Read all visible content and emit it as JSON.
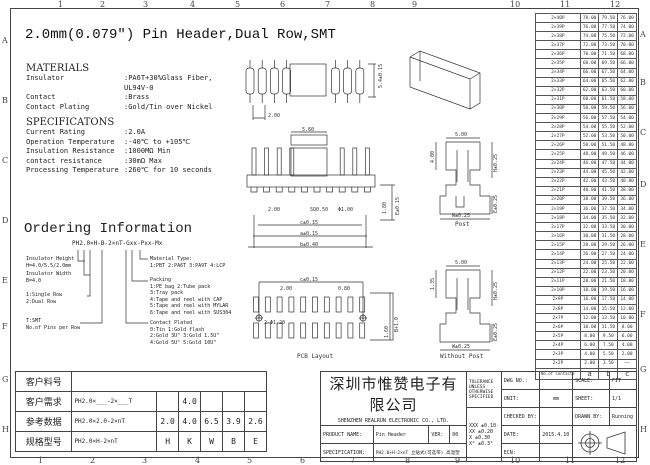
{
  "title": "2.0mm(0.079″) Pin Header,Dual Row,SMT",
  "rulers": {
    "columns": [
      "1",
      "2",
      "3",
      "4",
      "5",
      "6",
      "7",
      "8",
      "9",
      "10",
      "11",
      "12"
    ],
    "rows": [
      "A",
      "B",
      "C",
      "D",
      "E",
      "F",
      "G",
      "H"
    ]
  },
  "materials": {
    "heading": "MATERIALS",
    "rows": [
      {
        "label": "Insulator",
        "value": ":PA6T+30%Glass Fiber,"
      },
      {
        "label": "",
        "value": " UL94V-0"
      },
      {
        "label": "Contact",
        "value": ":Brass"
      },
      {
        "label": "Contact Plating",
        "value": ":Gold/Tin over Nickel"
      }
    ]
  },
  "specifications": {
    "heading": "SPECIFICATONS",
    "rows": [
      {
        "label": "Current Rating",
        "value": ":2.0A"
      },
      {
        "label": "Operation Temperature",
        "value": ":-40℃ to +105℃"
      },
      {
        "label": "Insulation Resistance",
        "value": ":1000MΩ Min"
      },
      {
        "label": "contact resistance",
        "value": ":30mΩ Max"
      },
      {
        "label": "Processing Temperature",
        "value": ":260℃ for 10 seconds"
      }
    ]
  },
  "ordering": {
    "heading": "Ordering Information",
    "code": "PH2.0×H-B-2×nT-Gxx-Pxx-Mx",
    "insulator_height": [
      "Insulator Height",
      "H=4.0/5.5/2.0mm"
    ],
    "insulator_width": [
      "Insulator Width",
      "B=4.0"
    ],
    "rows": [
      "1:Single Row",
      "2:Dual Row"
    ],
    "pins": [
      "T:SMT",
      "No.of Pins per Row"
    ],
    "material": [
      "Material Type:",
      "1:PBT 2:PA6T 3:PA9T 4:LCP"
    ],
    "packing": [
      "Packing",
      "1:PE bag    2:Tube pack",
      "3:Tray pack",
      "4:Tape and reel with CAP",
      "5:Tape and reel with MYLAR",
      "6:Tape and reel with SUS304"
    ],
    "plating": [
      "Contact Plated",
      "0:Tin          1:Gold flash",
      "2:Gold 3U\"     3:Gold 1.5U\"",
      "4:Gold 5U\"     5:Gold 10U\""
    ]
  },
  "drawing_labels": {
    "top_pitch": "2.00",
    "top_height": "5.4±0.15",
    "front_width": "5.60",
    "front_pitch": "2.00",
    "front_sq": "SQ0.50",
    "front_post": "Φ1.00",
    "dim_c": "c±0.15",
    "dim_a": "a±0.15",
    "dim_b": "b±0.40",
    "front_e": "E±0.15",
    "front_h": "1.80",
    "pcb_c": "c±0.15",
    "pcb_pitch": "2.00",
    "pcb_pad": "0.80",
    "pcb_hole": "2-Φ1.20",
    "pcb_row": "B+1.0",
    "pcb_gap": "1.60",
    "pcb_caption": "PCB Layout",
    "post_width": "5.00",
    "post_left": "4.00",
    "post_h": "H±0.25",
    "post_e": "E±0.25",
    "post_w": "W±0.25",
    "post_caption": "Post",
    "np_width": "5.00",
    "np_left": "1.35",
    "np_h": "H±0.25",
    "np_e": "E±0.25",
    "np_w": "W±0.25",
    "np_caption": "Without Post"
  },
  "dimension_table": {
    "headers": [
      "No.of Contacts",
      "a",
      "b",
      "c"
    ],
    "rows": [
      [
        "2×40P",
        "78.00",
        "79.50",
        "76.00"
      ],
      [
        "2×39P",
        "76.00",
        "77.50",
        "74.00"
      ],
      [
        "2×38P",
        "74.00",
        "75.50",
        "72.00"
      ],
      [
        "2×37P",
        "72.00",
        "73.50",
        "70.00"
      ],
      [
        "2×36P",
        "70.00",
        "71.50",
        "68.00"
      ],
      [
        "2×35P",
        "68.00",
        "69.50",
        "66.00"
      ],
      [
        "2×34P",
        "66.00",
        "67.50",
        "64.00"
      ],
      [
        "2×33P",
        "64.00",
        "65.50",
        "62.00"
      ],
      [
        "2×32P",
        "62.00",
        "63.50",
        "60.00"
      ],
      [
        "2×31P",
        "60.00",
        "61.50",
        "58.00"
      ],
      [
        "2×30P",
        "58.00",
        "59.50",
        "56.00"
      ],
      [
        "2×29P",
        "56.00",
        "57.50",
        "54.00"
      ],
      [
        "2×28P",
        "54.00",
        "55.50",
        "52.00"
      ],
      [
        "2×27P",
        "52.00",
        "53.50",
        "50.00"
      ],
      [
        "2×26P",
        "50.00",
        "51.50",
        "48.00"
      ],
      [
        "2×25P",
        "48.00",
        "49.50",
        "46.00"
      ],
      [
        "2×24P",
        "46.00",
        "47.50",
        "44.00"
      ],
      [
        "2×23P",
        "44.00",
        "45.50",
        "42.00"
      ],
      [
        "2×22P",
        "42.00",
        "43.50",
        "40.00"
      ],
      [
        "2×21P",
        "40.00",
        "41.50",
        "38.00"
      ],
      [
        "2×20P",
        "38.00",
        "39.50",
        "36.00"
      ],
      [
        "2×19P",
        "36.00",
        "37.50",
        "34.00"
      ],
      [
        "2×18P",
        "34.00",
        "35.50",
        "32.00"
      ],
      [
        "2×17P",
        "32.00",
        "33.50",
        "30.00"
      ],
      [
        "2×16P",
        "30.00",
        "31.50",
        "28.00"
      ],
      [
        "2×15P",
        "28.00",
        "29.50",
        "26.00"
      ],
      [
        "2×14P",
        "26.00",
        "27.50",
        "24.00"
      ],
      [
        "2×13P",
        "24.00",
        "25.50",
        "22.00"
      ],
      [
        "2×12P",
        "22.00",
        "23.50",
        "20.00"
      ],
      [
        "2×11P",
        "20.00",
        "21.50",
        "18.00"
      ],
      [
        "2×10P",
        "18.00",
        "19.50",
        "16.00"
      ],
      [
        "2×9P",
        "16.00",
        "17.50",
        "14.00"
      ],
      [
        "2×8P",
        "14.00",
        "15.50",
        "12.00"
      ],
      [
        "2×7P",
        "12.00",
        "13.50",
        "10.00"
      ],
      [
        "2×6P",
        "10.00",
        "11.50",
        "8.00"
      ],
      [
        "2×5P",
        "8.00",
        "9.50",
        "6.00"
      ],
      [
        "2×4P",
        "6.00",
        "7.50",
        "4.00"
      ],
      [
        "2×3P",
        "4.00",
        "5.50",
        "2.00"
      ],
      [
        "2×2P",
        "2.00",
        "3.50",
        "——"
      ]
    ]
  },
  "customer_table": {
    "rows": [
      {
        "label": "客户料号",
        "spec": "",
        "values": []
      },
      {
        "label": "客户需求",
        "spec": "PH2.0×___-2×___T",
        "values": [
          "",
          "4.0",
          "",
          "",
          ""
        ]
      },
      {
        "label": "参考数据",
        "spec": "PH2.0×2.0-2×nT",
        "values": [
          "2.0",
          "4.0",
          "6.5",
          "3.9",
          "2.6"
        ]
      },
      {
        "label": "规格型号",
        "spec": "PH2.0×H-2×nT",
        "values": [
          "H",
          "K",
          "W",
          "B",
          "E"
        ]
      }
    ]
  },
  "title_block": {
    "company_cn": "深圳市惟赞电子有限公司",
    "company_en": "SHENZHEN REALRUN ELECTRONIC CO., LTD.",
    "tolerance": "TOLERANCE UNLESS OTHERWISE SPECIFIED",
    "tolerances": [
      "XXX ±0.10",
      "XX  ±0.20",
      "X   ±0.30",
      "X°  ±0.3°"
    ],
    "dwg_no_label": "DWG NO.:",
    "dwg_no": "",
    "scale_label": "SCALE:",
    "scale": "FIT",
    "unit_label": "UNIT:",
    "unit": "mm",
    "sheet_label": "SHEET:",
    "sheet": "1/1",
    "checked_label": "CHECKED BY:",
    "checked": "",
    "drawn_label": "DRAWN BY:",
    "drawn": "Running",
    "product_label": "PRODUCT NAME:",
    "product": "Pin Header",
    "ver_label": "VER:",
    "ver": "00",
    "date_label": "DATE:",
    "date": "2015.4.10",
    "spec_label": "SPECIFICATION:",
    "spec": "PH2.0×H-2×nT 立贴式(可选带)  高温塑",
    "ecn_label": "ECN:",
    "ecn": ""
  }
}
